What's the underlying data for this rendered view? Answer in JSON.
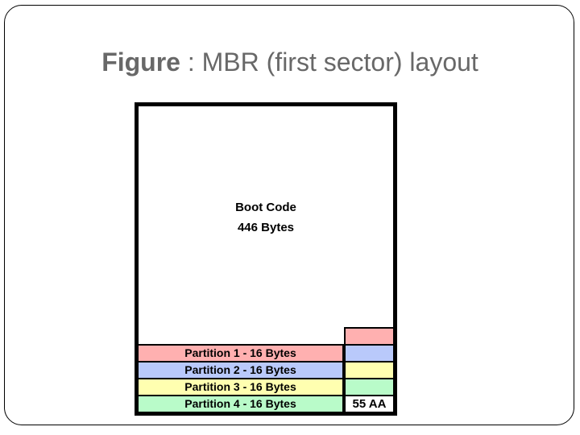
{
  "slide": {
    "title_strong": "Figure",
    "title_rest": " : MBR (first sector) layout",
    "title_color": "#686868",
    "background_color": "#ffffff",
    "frame_border_color": "#000000"
  },
  "diagram": {
    "name": "mbr-first-sector-layout",
    "outline_color": "#000000",
    "boot_code": {
      "line1": "Boot Code",
      "line2": "446 Bytes"
    },
    "partitions": [
      {
        "label": "Partition 1  - 16 Bytes",
        "color": "#ffb0b0"
      },
      {
        "label": "Partition 2  - 16 Bytes",
        "color": "#b9c9fb"
      },
      {
        "label": "Partition 3  - 16 Bytes",
        "color": "#ffffb0"
      },
      {
        "label": "Partition 4  - 16 Bytes",
        "color": "#b9fbc9"
      }
    ],
    "signature_column": [
      {
        "label": "",
        "color": "#ffb0b0"
      },
      {
        "label": "",
        "color": "#b9c9fb"
      },
      {
        "label": "",
        "color": "#ffffb0"
      },
      {
        "label": "",
        "color": "#b9fbc9"
      },
      {
        "label": "55 AA",
        "color": "#ffffff"
      }
    ]
  }
}
